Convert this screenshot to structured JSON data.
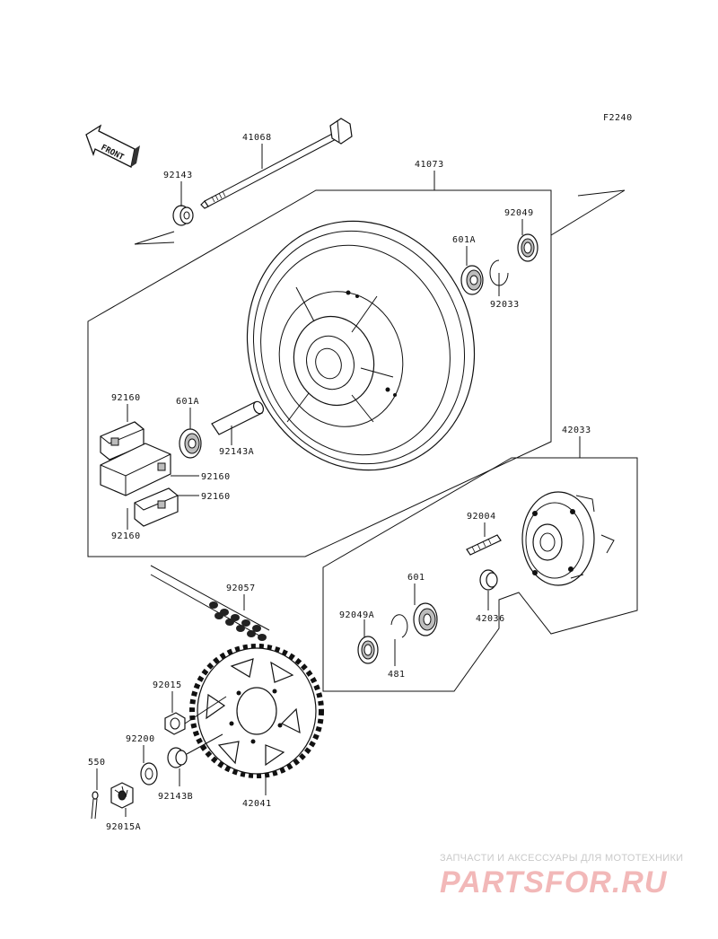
{
  "figure_code": "F2240",
  "front_label": "FRONT",
  "labels": {
    "p41068": "41068",
    "p41073": "41073",
    "p92143": "92143",
    "p92049": "92049",
    "p601A_top": "601A",
    "p92033": "92033",
    "p92160_a": "92160",
    "p601A_left": "601A",
    "p92143A": "92143A",
    "p92160_b": "92160",
    "p92160_c": "92160",
    "p92160_d": "92160",
    "p42033": "42033",
    "p92004": "92004",
    "p92057": "92057",
    "p601": "601",
    "p92049A": "92049A",
    "p42036": "42036",
    "p481": "481",
    "p92015": "92015",
    "p92200": "92200",
    "p550": "550",
    "p92143B": "92143B",
    "p92015A": "92015A",
    "p42041": "42041"
  },
  "watermark": {
    "tagline": "ЗАПЧАСТИ И АКСЕССУАРЫ ДЛЯ МОТОТЕХНИКИ",
    "logo": "PARTSFOR.RU"
  }
}
